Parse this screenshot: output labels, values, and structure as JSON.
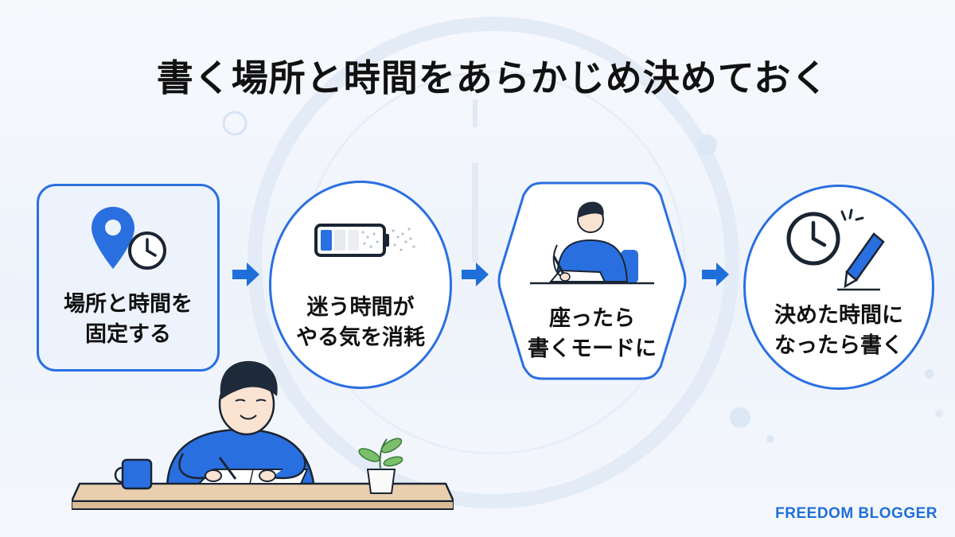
{
  "title": "書く場所と時間をあらかじめ決めておく",
  "steps": [
    {
      "line1": "場所と時間を",
      "line2": "固定する",
      "icons": [
        "location-pin-icon",
        "clock-icon"
      ]
    },
    {
      "line1": "迷う時間が",
      "line2": "やる気を消耗",
      "icons": [
        "low-battery-icon"
      ]
    },
    {
      "line1": "座ったら",
      "line2": "書くモードに",
      "icons": [
        "writing-person-icon"
      ]
    },
    {
      "line1": "決めた時間に",
      "line2": "なったら書く",
      "icons": [
        "clock-icon",
        "pen-icon"
      ]
    }
  ],
  "brand": "FREEDOM BLOGGER",
  "colors": {
    "accent": "#2a6fe0",
    "brand": "#1e6fd9",
    "background": "#f4f7fc"
  }
}
